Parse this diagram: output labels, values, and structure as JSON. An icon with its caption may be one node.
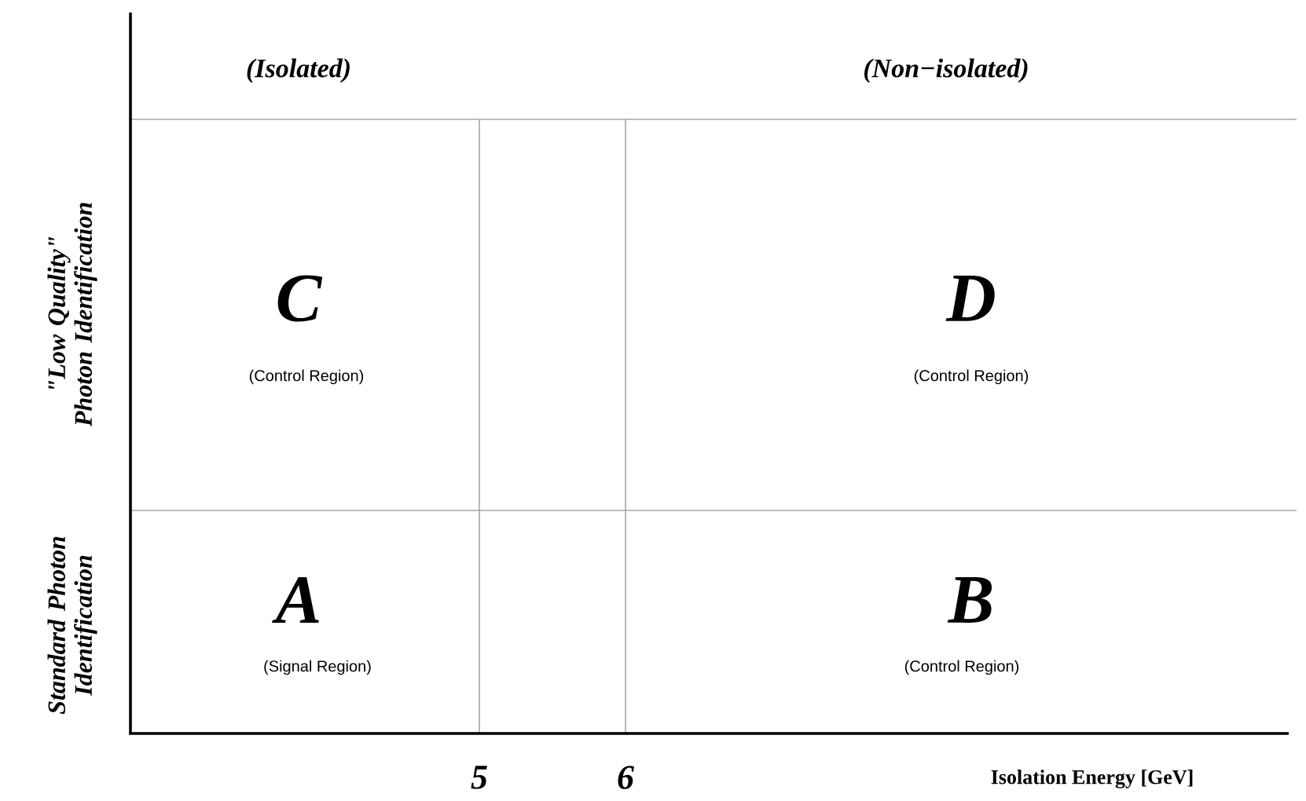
{
  "diagram": {
    "labels": [
      "(Isolated)",
      "(Non−isolated)",
      "\"Low Quality\" Photon Identification",
      "C",
      "(Control Region)",
      "D",
      "(Control Region)",
      "Standard Photon Identification",
      "A",
      "(Signal Region)",
      "B",
      "(Control Region)",
      "5",
      "6",
      "Isolation Energy [GeV]"
    ]
  }
}
